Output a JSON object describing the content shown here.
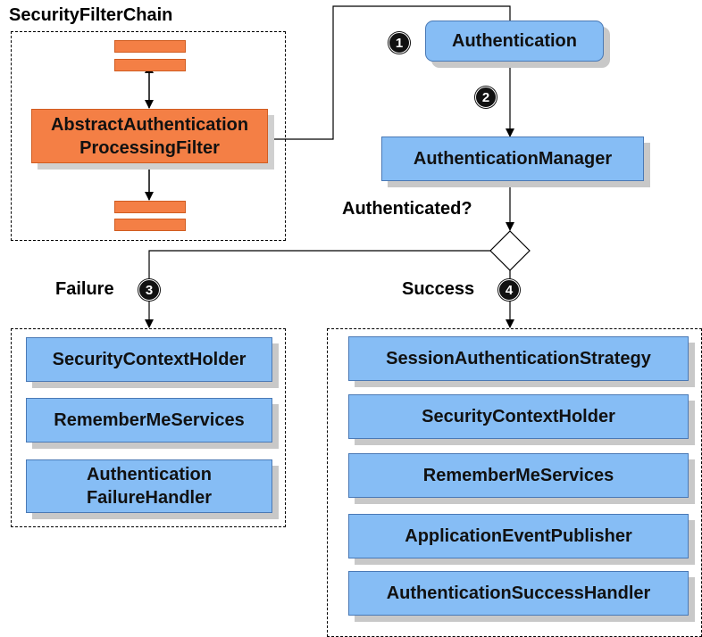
{
  "chain": {
    "title": "SecurityFilterChain",
    "filter_label_line1": "AbstractAuthentication",
    "filter_label_line2": "ProcessingFilter"
  },
  "steps": {
    "one": "1",
    "two": "2",
    "three": "3",
    "four": "4"
  },
  "nodes": {
    "authentication": "Authentication",
    "authentication_manager": "AuthenticationManager"
  },
  "decision": {
    "question": "Authenticated?",
    "failure_label": "Failure",
    "success_label": "Success"
  },
  "failure_handlers": [
    "SecurityContextHolder",
    "RememberMeServices",
    "Authentication FailureHandler"
  ],
  "failure_handler_lines": {
    "line1": "Authentication",
    "line2": "FailureHandler"
  },
  "success_handlers": [
    "SessionAuthenticationStrategy",
    "SecurityContextHolder",
    "RememberMeServices",
    "ApplicationEventPublisher",
    "AuthenticationSuccessHandler"
  ],
  "colors": {
    "box_blue": "#86bdf5",
    "box_blue_border": "#4a79b5",
    "filter_orange": "#f47f45",
    "shadow_gray": "#c8c8c8"
  }
}
